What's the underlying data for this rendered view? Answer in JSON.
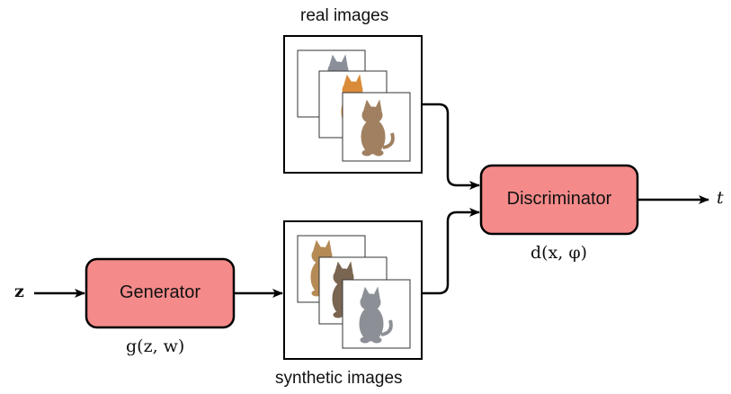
{
  "diagram": {
    "title": "Generative adversarial network",
    "nodes": {
      "generator": {
        "label": "Generator",
        "fill": "#f58a8a",
        "stroke": "#000000"
      },
      "discriminator": {
        "label": "Discriminator",
        "fill": "#f58a8a",
        "stroke": "#000000"
      }
    },
    "labels": {
      "real_images": "real images",
      "synthetic_images": "synthetic images",
      "input_z": "z",
      "output_t": "t",
      "generator_fn": "g(z, w)",
      "discriminator_fn": "d(x, φ)"
    },
    "image_stacks": {
      "real": {
        "count": 3,
        "content": "kitten photos"
      },
      "synthetic": {
        "count": 3,
        "content": "kitten photos"
      }
    },
    "edges": [
      {
        "from": "input_z",
        "to": "generator"
      },
      {
        "from": "generator",
        "to": "synthetic_images"
      },
      {
        "from": "real_images",
        "to": "discriminator"
      },
      {
        "from": "synthetic_images",
        "to": "discriminator"
      },
      {
        "from": "discriminator",
        "to": "output_t"
      }
    ]
  }
}
